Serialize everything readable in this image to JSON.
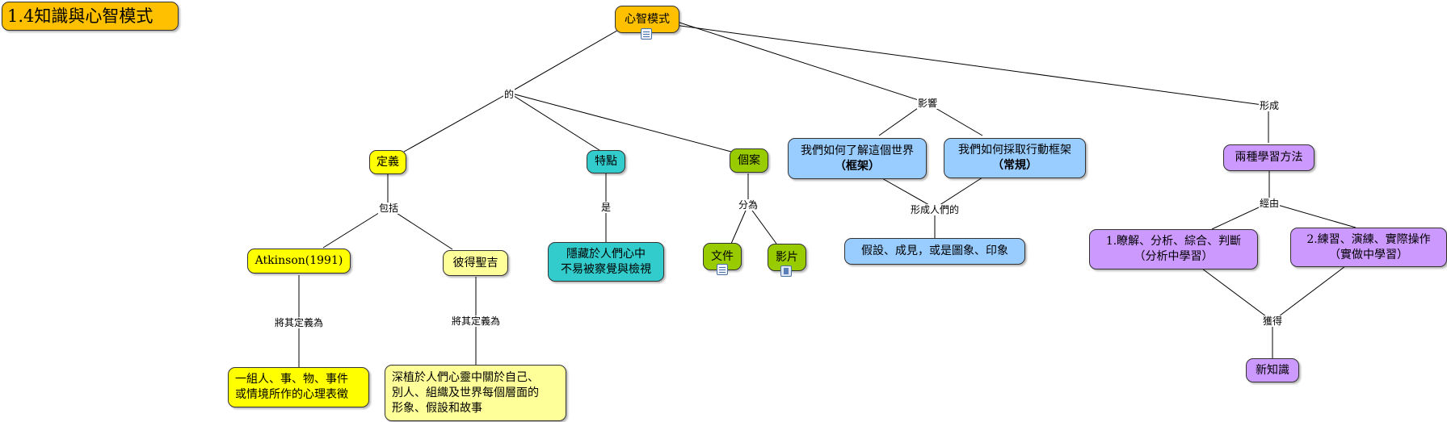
{
  "title": "1.4知識與心智模式",
  "root": "心智模式",
  "link_labels": {
    "of": "的",
    "influence": "影響",
    "form": "形成",
    "include": "包括",
    "is": "是",
    "divided_into": "分為",
    "form_our": "形成人們的",
    "via": "經由",
    "define_as_1": "將其定義為",
    "define_as_2": "將其定義為",
    "obtain": "獲得"
  },
  "nodes": {
    "definition": "定義",
    "features": "特點",
    "cases": "個案",
    "atkinson": "Atkinson(1991)",
    "senge": "彼得聖吉",
    "hidden": [
      "隱藏於人們心中",
      "不易被察覺與檢視"
    ],
    "document": "文件",
    "video": "影片",
    "understand_world": [
      "我們如何了解這個世界",
      "（框架）"
    ],
    "take_action": [
      "我們如何採取行動框架",
      "（常規）"
    ],
    "assumptions": "假設、成見，或是圖象、印象",
    "two_methods": "兩種學習方法",
    "method_1": [
      "1.瞭解、分析、綜合、判斷",
      "（分析中學習）"
    ],
    "method_2": [
      "2.練習、演練、實際操作",
      "（實做中學習）"
    ],
    "new_knowledge": "新知識",
    "atkinson_def": [
      "一組人、事、物、事件",
      "或情境所作的心理表徵"
    ],
    "senge_def": [
      "深植於人們心靈中關於自己、",
      "別人、組織及世界每個層面的",
      "形象、假設和故事"
    ]
  },
  "icons": {
    "root_attachment": "document-icon",
    "document_attachment": "document-icon",
    "video_attachment": "film-icon"
  },
  "colors": {
    "orange": "#ffc000",
    "yellow": "#ffff00",
    "light_yellow": "#ffff99",
    "teal": "#33cccc",
    "green": "#99cc00",
    "blue": "#99ccff",
    "purple": "#cc99ff"
  }
}
